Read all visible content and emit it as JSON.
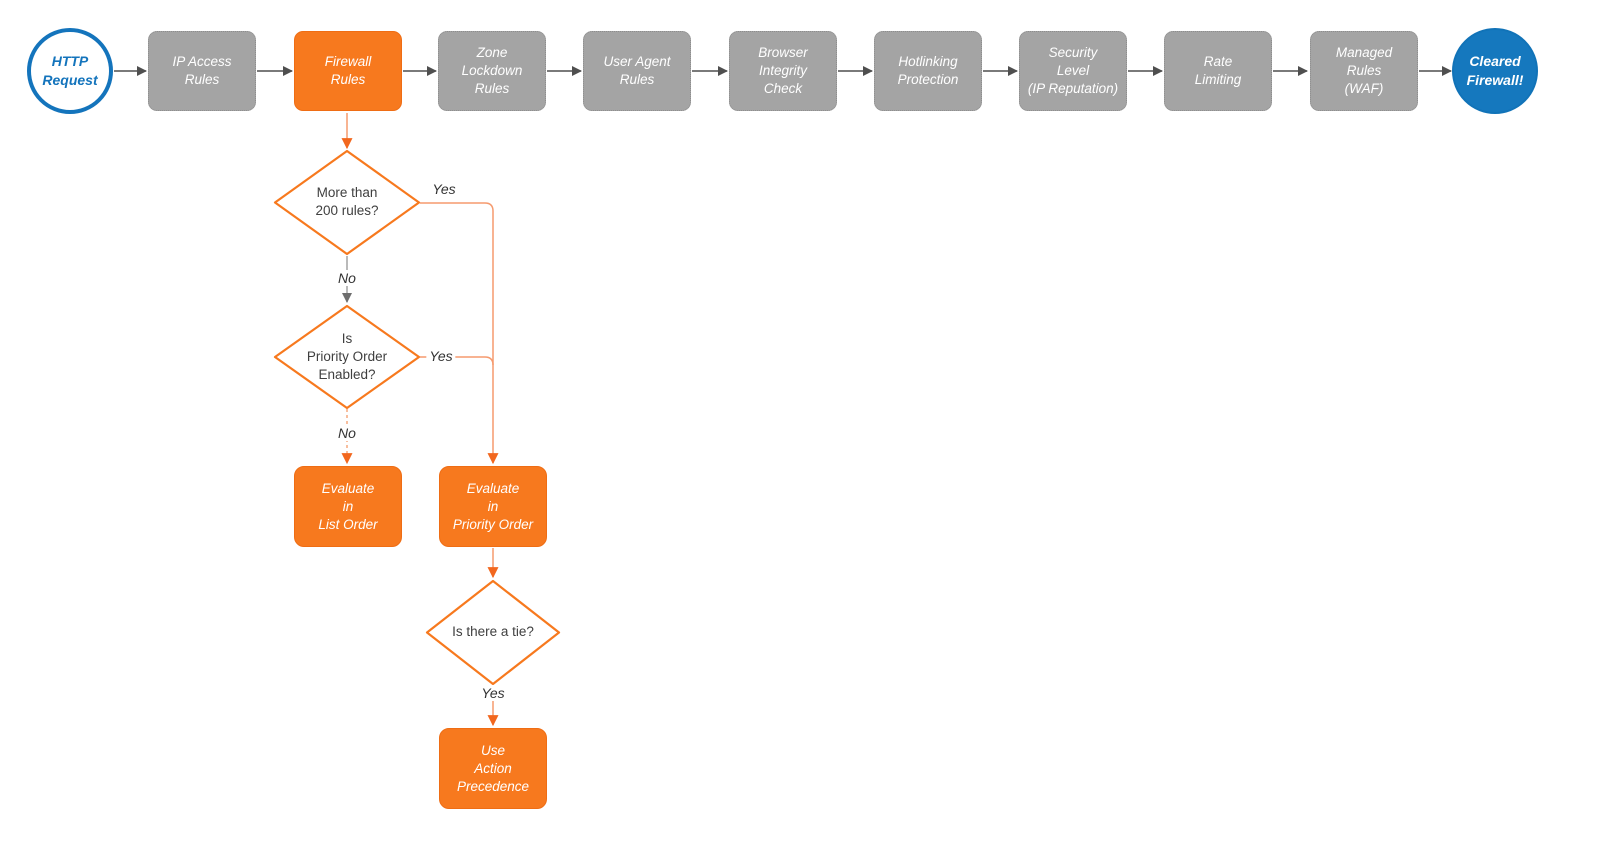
{
  "diagram": {
    "type": "flowchart",
    "subject": "HTTP request firewall evaluation flow"
  },
  "colors": {
    "node_gray": "#a4a4a4",
    "node_orange": "#f7791e",
    "terminal_blue": "#1578be",
    "line_gray": "#4f4f4f",
    "line_orange": "#f59a6e",
    "arrow_orange": "#f2671e",
    "diamond_stroke": "#f7791e"
  },
  "start_node": {
    "label": "HTTP\nRequest"
  },
  "end_node": {
    "label": "Cleared\nFirewall!"
  },
  "pipeline": [
    {
      "label": "IP Access\nRules",
      "highlighted": false
    },
    {
      "label": "Firewall\nRules",
      "highlighted": true
    },
    {
      "label": "Zone\nLockdown\nRules",
      "highlighted": false
    },
    {
      "label": "User Agent\nRules",
      "highlighted": false
    },
    {
      "label": "Browser\nIntegrity\nCheck",
      "highlighted": false
    },
    {
      "label": "Hotlinking\nProtection",
      "highlighted": false
    },
    {
      "label": "Security\nLevel\n(IP Reputation)",
      "highlighted": false
    },
    {
      "label": "Rate\nLimiting",
      "highlighted": false
    },
    {
      "label": "Managed\nRules\n(WAF)",
      "highlighted": false
    }
  ],
  "decisions": [
    {
      "label": "More than\n200 rules?"
    },
    {
      "label": "Is\nPriority Order\nEnabled?"
    },
    {
      "label": "Is there a tie?"
    }
  ],
  "actions": [
    {
      "label": "Evaluate\nin\nList Order"
    },
    {
      "label": "Evaluate\nin\nPriority Order"
    },
    {
      "label": "Use\nAction\nPrecedence"
    }
  ],
  "edge_labels": {
    "yes_200_rules": "Yes",
    "no_200_rules": "No",
    "yes_priority_enabled": "Yes",
    "no_priority_enabled": "No",
    "yes_tie": "Yes"
  }
}
